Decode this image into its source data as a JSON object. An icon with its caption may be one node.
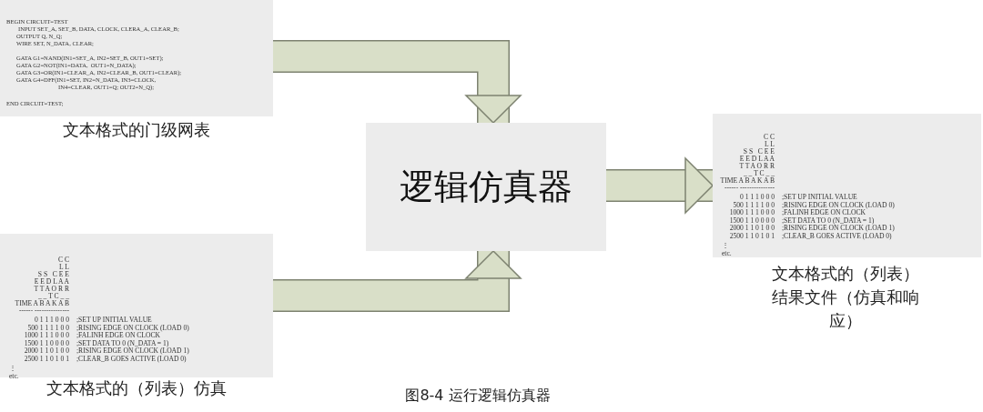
{
  "diagram": {
    "caption": "图8-4 运行逻辑仿真器",
    "nodes": [
      {
        "text": [
          "BEGIN CIRCUIT=TEST",
          "INPUT SET_A, SET_B, DATA, CLOCK, CLERA_A, CLEAR_B;",
          "OUTPUT Q, N_Q;",
          "WIRE SET, N_DATA, CLEAR;",
          "GATA G1=NAND(IN1=SET_A, IN2=SET_B, OUT1=SET);",
          "GATA G2=NOT(IN1=DATA,  OUT1=N_DATA);",
          "GATA G3=OR(IN1=CLEAR_A, IN2=CLEAR_B, OUT1=CLEAR);",
          "GATA G4=DFF(IN1=SET, IN2=N_DATA, IN3=CLOCK,",
          "IN4=CLEAR, OUT1=Q; OUT2=N_Q);",
          "END CIRCUIT=TEST;"
        ],
        "beside": [
          "文本格式的门级网表"
        ]
      },
      {
        "text": [
          "C C",
          "L L",
          "S S   C E E",
          "E E D L A A",
          "T T A O R R",
          "_ _ T C _ _",
          "TIME A B A K A B",
          "------ ---------------",
          "0 1 1 1 0 0 0",
          ";SET UP INITIAL VALUE",
          "500 1 1 1 1 0 0",
          ";RISING EDGE ON CLOCK (LOAD 0)",
          "1000 1 1 1 0 0 0",
          ";FALINH EDGE ON CLOCK",
          "1500 1 1 0 0 0 0",
          ";SET DATA TO 0 (N_DATA = 1)",
          "2000 1 1 0 1 0 0",
          ";RISING EDGE ON CLOCK (LOAD 1)",
          "2500 1 1 0 1 0 1",
          ";CLEAR_B GOES ACTIVE (LOAD 0)",
          "⋮",
          "etc."
        ],
        "beside": [
          "文本格式的（列表）仿真"
        ]
      },
      {
        "text": [
          "逻辑仿真器"
        ]
      },
      {
        "text": [
          "C C",
          "L L",
          "S S   C E E",
          "E E D L A A",
          "T T A O R R",
          "_ _ T C _ _",
          "TIME A B A K A B",
          "------ ---------------",
          "0 1 1 1 0 0 0",
          ";SET UP INITIAL VALUE",
          "500 1 1 1 1 0 0",
          ";RISING EDGE ON CLOCK (LOAD 0)",
          "1000 1 1 1 0 0 0",
          ";FALINH EDGE ON CLOCK",
          "1500 1 1 0 0 0 0",
          ";SET DATA TO 0 (N_DATA = 1)",
          "2000 1 1 0 1 0 0",
          ";RISING EDGE ON CLOCK (LOAD 1)",
          "2500 1 1 0 1 0 1",
          ";CLEAR_B GOES ACTIVE (LOAD 0)",
          "⋮",
          "etc."
        ],
        "beside": [
          "文本格式的（列表）结果文件（仿真和响应）"
        ]
      }
    ],
    "edges": [
      {
        "from": 0,
        "to": 2,
        "arrow": "to"
      },
      {
        "from": 1,
        "to": 2,
        "arrow": "to"
      },
      {
        "from": 2,
        "to": 3,
        "arrow": "to"
      }
    ]
  }
}
